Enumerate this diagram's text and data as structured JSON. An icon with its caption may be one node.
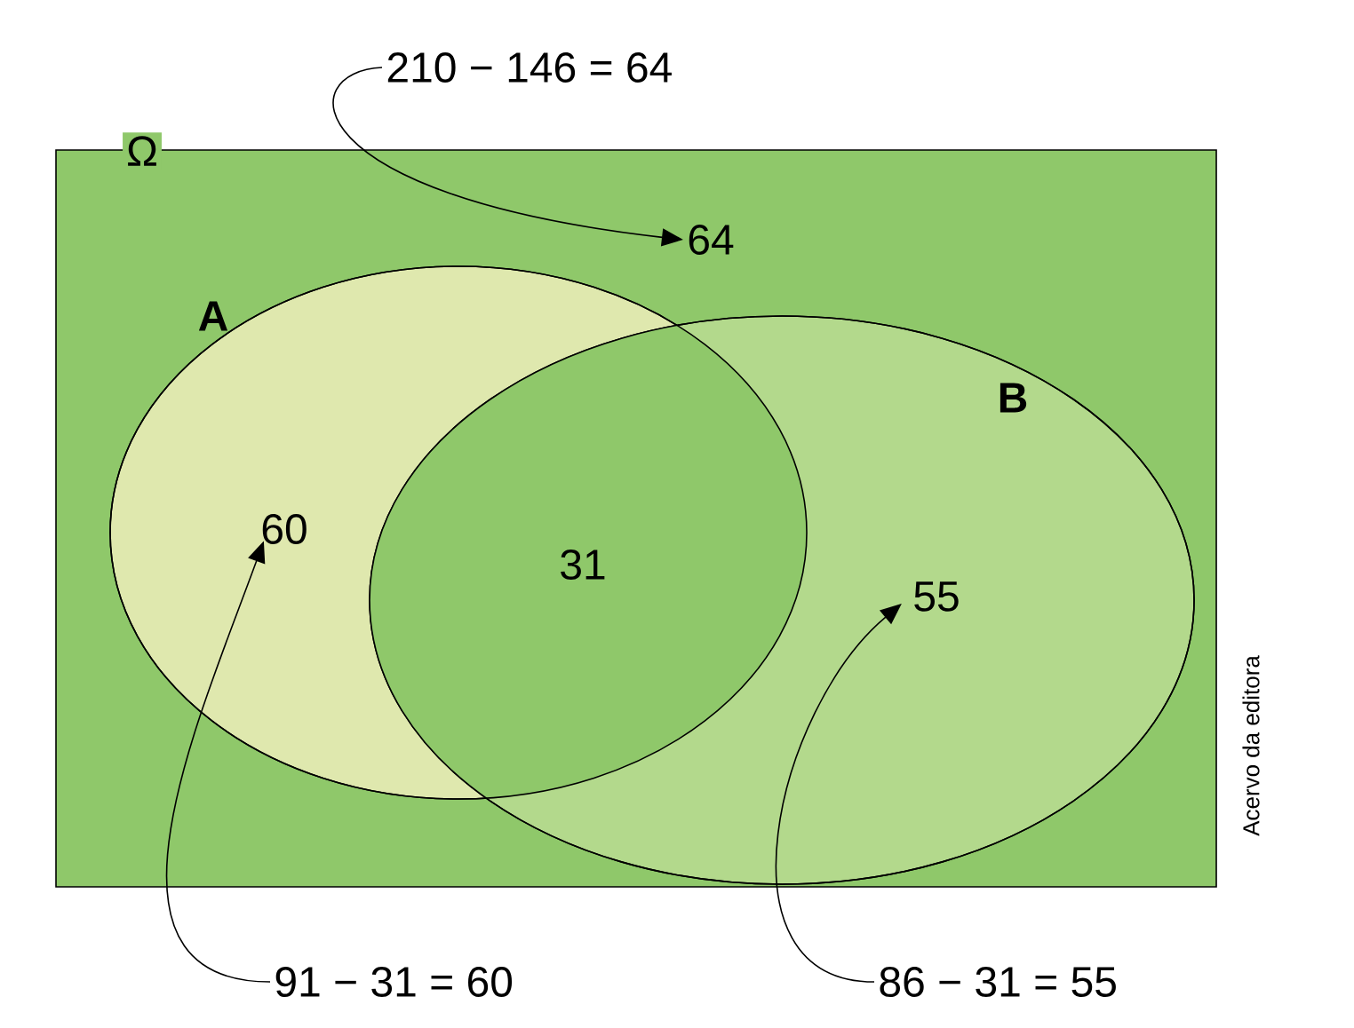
{
  "diagram": {
    "nodes": [
      {
        "text": [
          "Ω"
        ]
      },
      {
        "text": [
          "A"
        ],
        "in": 0
      },
      {
        "text": [
          "B"
        ],
        "in": 0
      },
      {
        "text": [
          "64"
        ],
        "in": 0
      },
      {
        "text": [
          "60"
        ],
        "in": 1
      },
      {
        "text": [
          "31"
        ]
      },
      {
        "text": [
          "55"
        ],
        "in": 2
      },
      {
        "text": [
          "210 − 146 = 64"
        ]
      },
      {
        "text": [
          "91 − 31 = 60"
        ]
      },
      {
        "text": [
          "86 − 31 = 55"
        ]
      }
    ],
    "edges": [
      {
        "from": 7,
        "to": 3,
        "arrow": "to"
      },
      {
        "from": 8,
        "to": 4,
        "arrow": "to"
      },
      {
        "from": 9,
        "to": 6,
        "arrow": "to"
      }
    ],
    "labels": [
      "Acervo da editora"
    ]
  }
}
